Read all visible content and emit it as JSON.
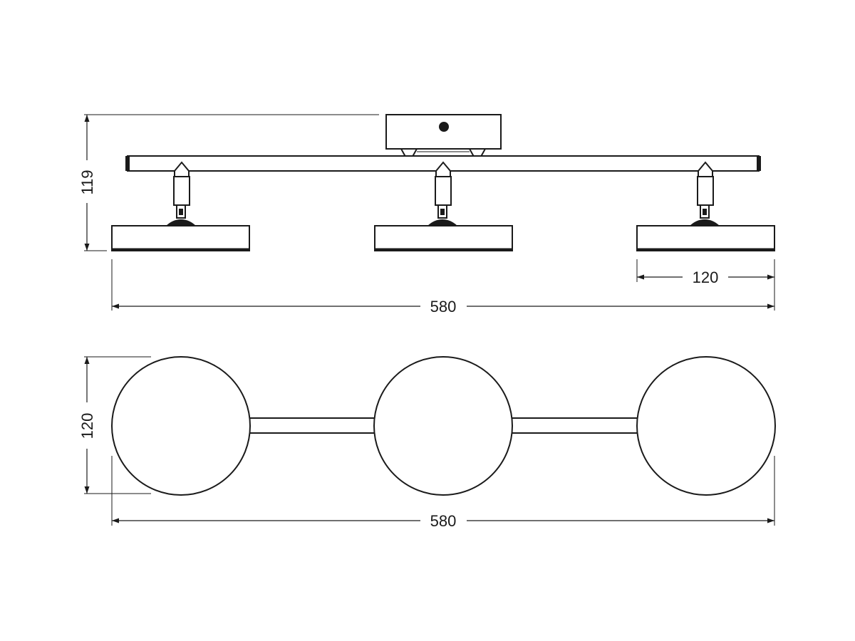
{
  "dimensions": {
    "side_height": "119",
    "side_head_diameter": "120",
    "side_total_length": "580",
    "top_head_diameter": "120",
    "top_total_length": "580"
  },
  "colors": {
    "line": "#1a1a1a",
    "background": "#ffffff"
  }
}
